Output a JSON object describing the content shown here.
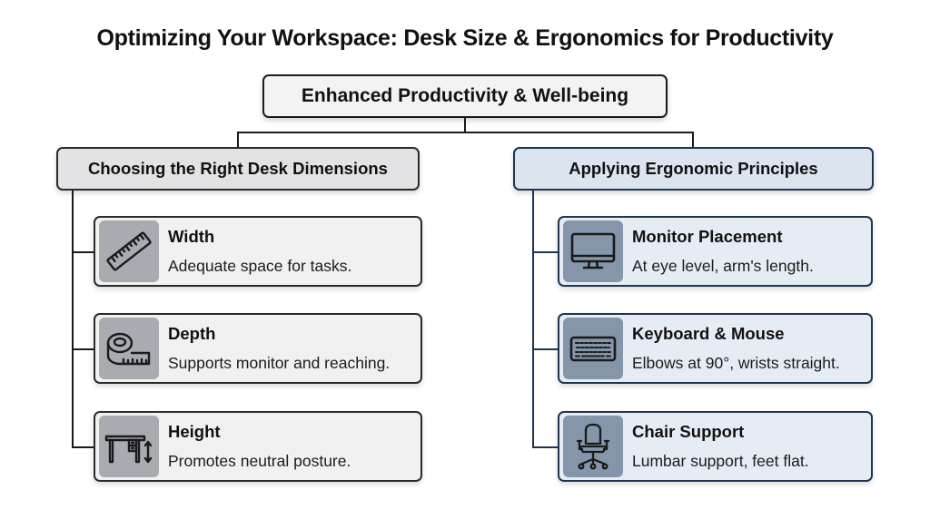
{
  "title": "Optimizing Your Workspace: Desk Size & Ergonomics for Productivity",
  "root": {
    "label": "Enhanced Productivity & Well-being"
  },
  "branches": [
    {
      "label": "Choosing the Right Desk Dimensions",
      "color": "#2b2b2b",
      "items": [
        {
          "title": "Width",
          "description": "Adequate space for tasks.",
          "icon": "ruler-icon"
        },
        {
          "title": "Depth",
          "description": "Supports monitor and reaching.",
          "icon": "tape-measure-icon"
        },
        {
          "title": "Height",
          "description": "Promotes neutral posture.",
          "icon": "adjustable-desk-icon"
        }
      ]
    },
    {
      "label": "Applying Ergonomic Principles",
      "color": "#1f3550",
      "items": [
        {
          "title": "Monitor Placement",
          "description": "At eye level, arm's length.",
          "icon": "monitor-icon"
        },
        {
          "title": "Keyboard & Mouse",
          "description": "Elbows at 90°, wrists straight.",
          "icon": "keyboard-icon"
        },
        {
          "title": "Chair Support",
          "description": "Lumbar support, feet flat.",
          "icon": "office-chair-icon"
        }
      ]
    }
  ],
  "colors": {
    "left_tile": "#a8abb0",
    "right_tile": "#8595aa",
    "left_header_bg": "#e3e3e5",
    "right_header_bg": "#dbe4ef",
    "right_accent": "#1f3550"
  }
}
